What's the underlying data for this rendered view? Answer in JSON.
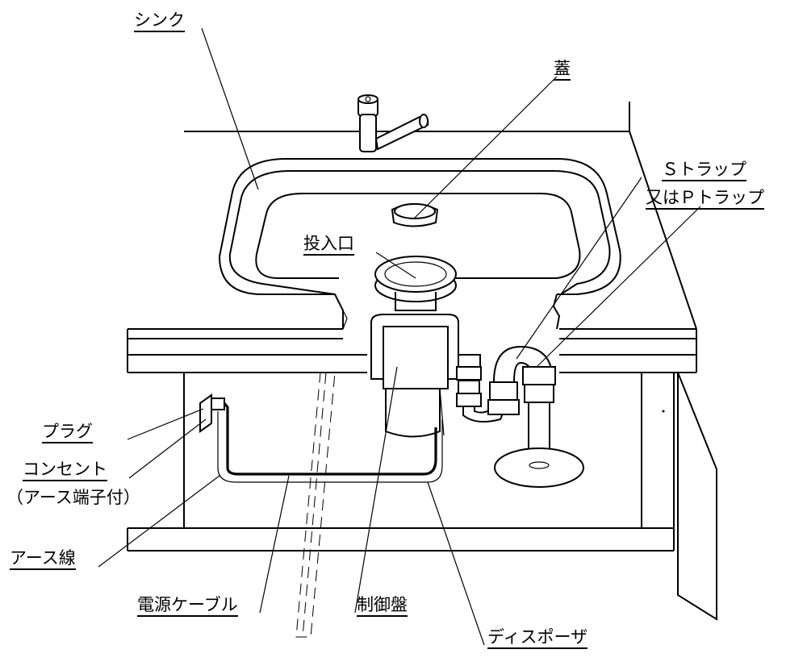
{
  "labels": {
    "sink": "シンク",
    "lid": "蓋",
    "trap_line1": "Ｓトラップ",
    "trap_line2": "又はＰトラップ",
    "inlet": "投入口",
    "plug": "プラグ",
    "outlet_line1": "コンセント",
    "outlet_line2": "（アース端子付）",
    "earth_wire": "アース線",
    "power_cable": "電源ケーブル",
    "control_panel": "制御盤",
    "disposer": "ディスポーザ"
  }
}
